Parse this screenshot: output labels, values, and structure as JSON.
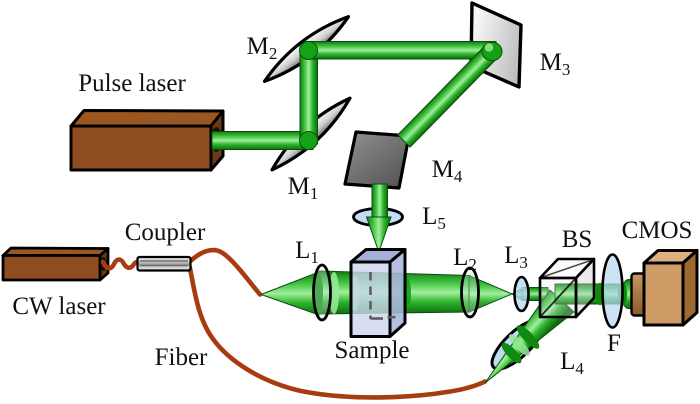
{
  "figure_type": "optical-setup-diagram",
  "labels": {
    "pulse_laser": {
      "text": "Pulse laser",
      "sub": ""
    },
    "cw_laser": {
      "text": "CW laser",
      "sub": ""
    },
    "coupler": {
      "text": "Coupler",
      "sub": ""
    },
    "fiber": {
      "text": "Fiber",
      "sub": ""
    },
    "sample": {
      "text": "Sample",
      "sub": ""
    },
    "bs": {
      "text": "BS",
      "sub": ""
    },
    "cmos": {
      "text": "CMOS",
      "sub": ""
    },
    "f": {
      "text": "F",
      "sub": ""
    },
    "m1": {
      "text": "M",
      "sub": "1"
    },
    "m2": {
      "text": "M",
      "sub": "2"
    },
    "m3": {
      "text": "M",
      "sub": "3"
    },
    "m4": {
      "text": "M",
      "sub": "4"
    },
    "l1": {
      "text": "L",
      "sub": "1"
    },
    "l2": {
      "text": "L",
      "sub": "2"
    },
    "l3": {
      "text": "L",
      "sub": "3"
    },
    "l4": {
      "text": "L",
      "sub": "4"
    },
    "l5": {
      "text": "L",
      "sub": "5"
    }
  },
  "palette": {
    "background": "#ffffff",
    "beam_green": "#3cc43c",
    "beam_highlight": "#a0ef9c",
    "beam_dark": "#0f7c0f",
    "fiber_brown": "#a83c10",
    "laser_body_brown": "#8d4d1e",
    "laser_top_brown": "#9a5722",
    "camera_tan": "#cf9c68",
    "lens_blue": "#b9d8f2",
    "mirror_light_gray": "#c2c2c2",
    "mirror_dark_gray": "#6d6d6d",
    "sample_lavender": "#cdd6f0",
    "coupler_silver": "#c9c9c9",
    "outline": "#000000",
    "text": "#111111"
  }
}
